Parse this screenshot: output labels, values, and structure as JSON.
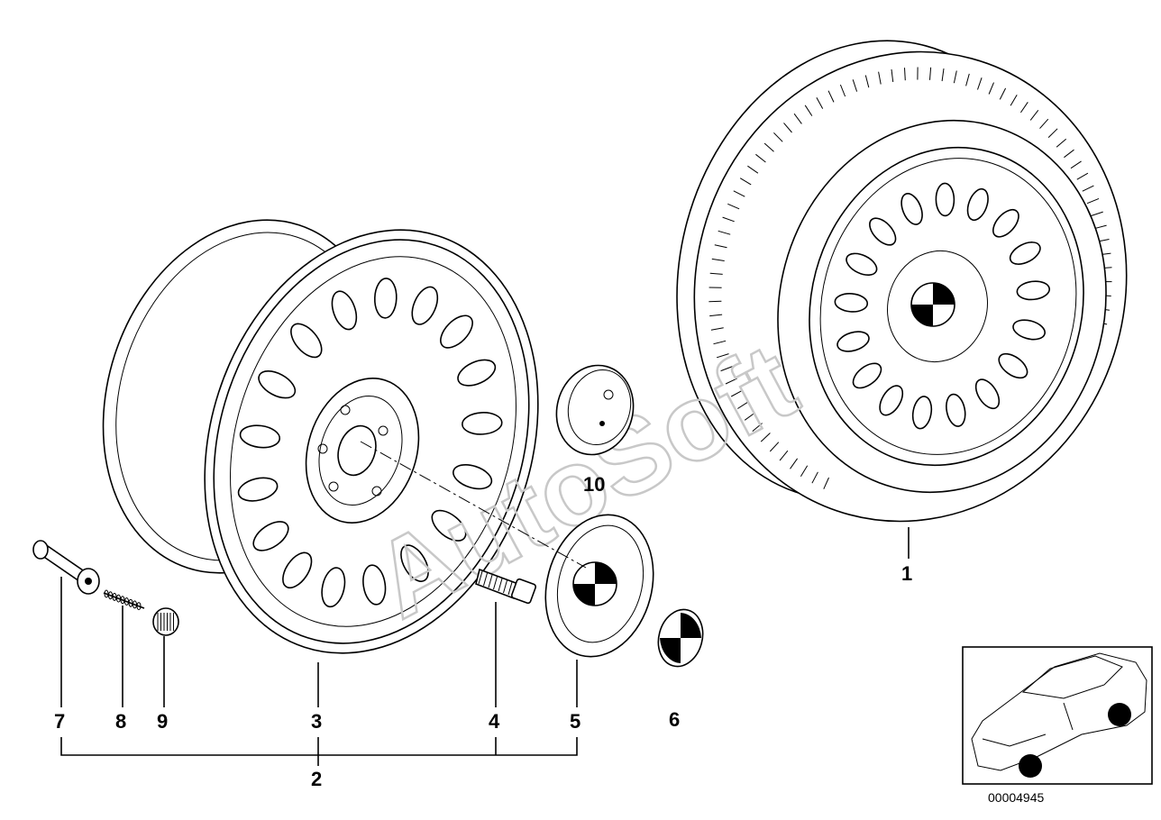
{
  "diagram": {
    "callouts": [
      {
        "id": "1",
        "label": "1"
      },
      {
        "id": "2",
        "label": "2"
      },
      {
        "id": "3",
        "label": "3"
      },
      {
        "id": "4",
        "label": "4"
      },
      {
        "id": "5",
        "label": "5"
      },
      {
        "id": "6",
        "label": "6"
      },
      {
        "id": "7",
        "label": "7"
      },
      {
        "id": "8",
        "label": "8"
      },
      {
        "id": "9",
        "label": "9"
      },
      {
        "id": "10",
        "label": "10"
      }
    ],
    "watermark": "AutoSoft",
    "diagram_code": "00004945"
  },
  "colors": {
    "ink": "#000000",
    "watermark": "#c8c8c8",
    "background": "#ffffff"
  }
}
